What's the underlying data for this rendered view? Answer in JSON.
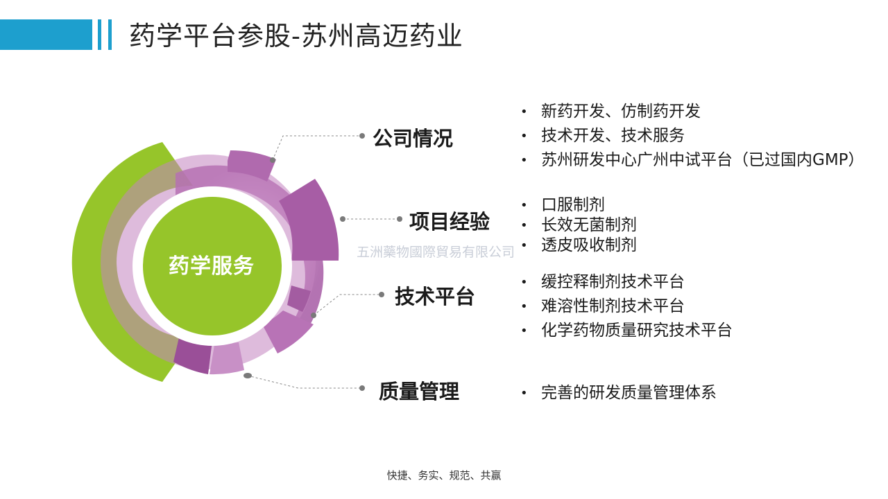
{
  "header": {
    "title": "药学平台参股-苏州高迈药业"
  },
  "diagram": {
    "center": "药学服务",
    "categories": [
      {
        "label": "公司情况",
        "items": [
          "新药开发、仿制药开发",
          "技术开发、技术服务",
          "苏州研发中心广州中试平台（已过国内GMP）"
        ]
      },
      {
        "label": "项目经验",
        "items": [
          "口服制剂",
          "长效无菌制剂",
          "透皮吸收制剂"
        ]
      },
      {
        "label": "技术平台",
        "items": [
          "缓控释制剂技术平台",
          "难溶性制剂技术平台",
          "化学药物质量研究技术平台"
        ]
      },
      {
        "label": "质量管理",
        "items": [
          "完善的研发质量管理体系"
        ]
      }
    ]
  },
  "watermark": "五洲藥物國際貿易有限公司",
  "footer": "快捷、务实、规范、共赢",
  "colors": {
    "accent_blue": "#1d9fce",
    "green": "#96c52a",
    "purple": "#b56fb3",
    "purple_dark": "#9a4f98",
    "connector": "#888888"
  }
}
